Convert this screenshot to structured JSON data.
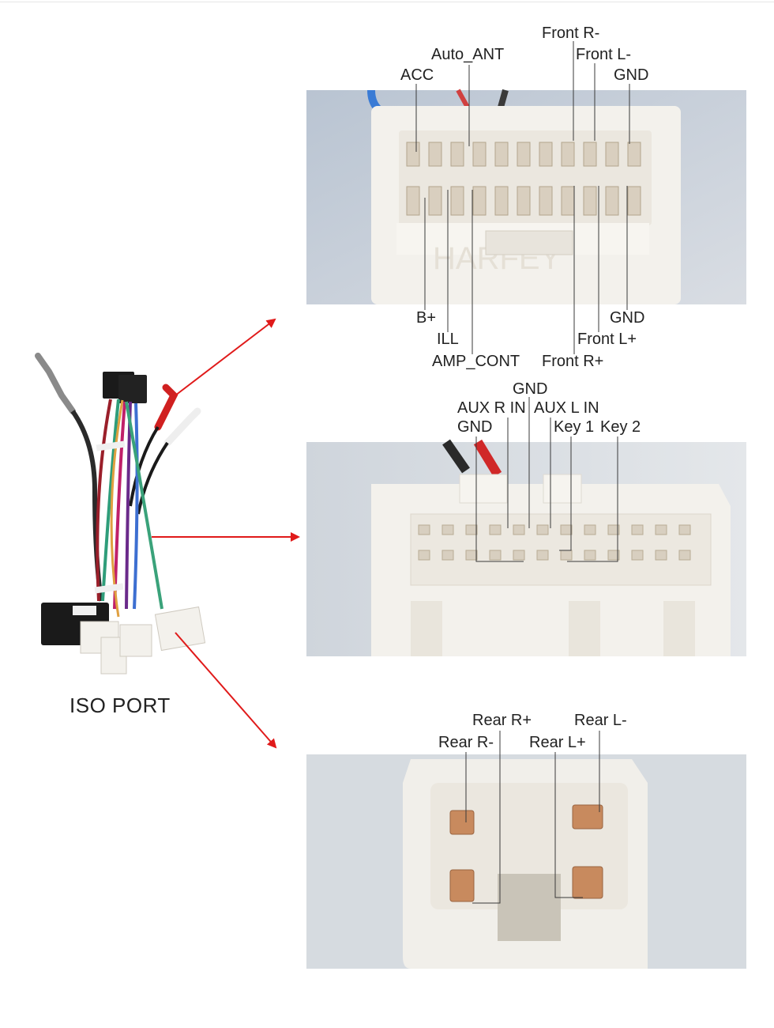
{
  "harness": {
    "label": "ISO PORT",
    "brand": "HARFEY"
  },
  "connector1": {
    "top_labels": [
      "Front R-",
      "Auto_ANT",
      "Front L-",
      "ACC",
      "GND"
    ],
    "bottom_labels": [
      "B+",
      "GND",
      "ILL",
      "Front L+",
      "AMP_CONT",
      "Front R+"
    ]
  },
  "connector2": {
    "labels": [
      "GND",
      "AUX R IN",
      "AUX L IN",
      "GND",
      "Key 1",
      "Key 2"
    ]
  },
  "connector3": {
    "labels": [
      "Rear R+",
      "Rear L-",
      "Rear R-",
      "Rear L+"
    ]
  },
  "colors": {
    "arrow": "#e01a1a",
    "connector": "#f3f1ec",
    "photo_bg": "#c6cdd6"
  }
}
